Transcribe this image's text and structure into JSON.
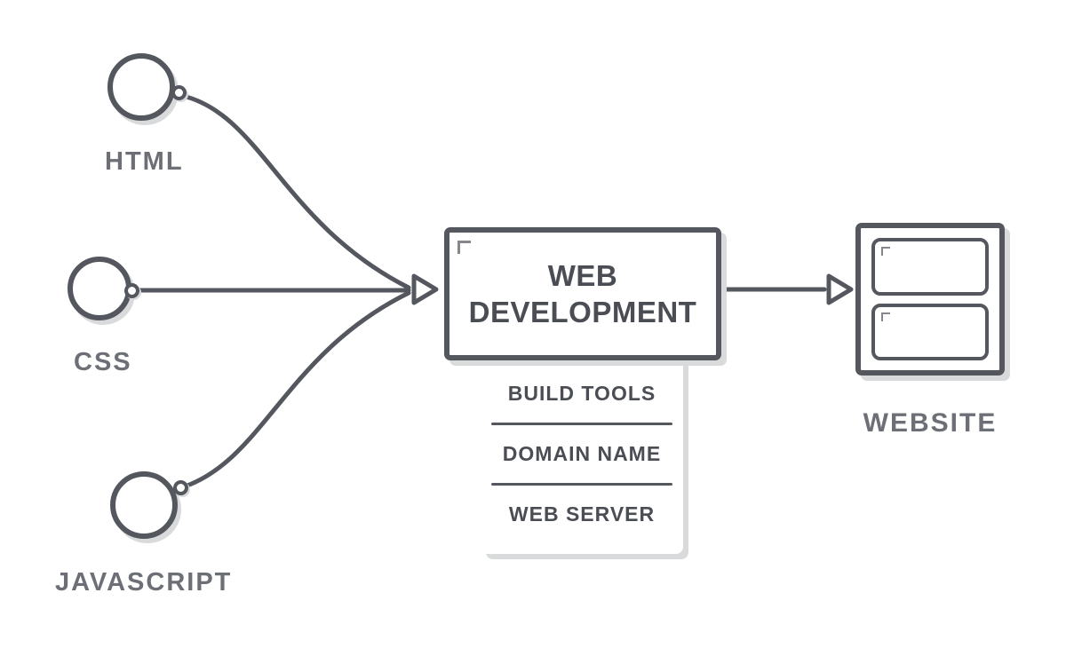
{
  "diagram": {
    "inputs": [
      {
        "label": "HTML"
      },
      {
        "label": "CSS"
      },
      {
        "label": "JAVASCRIPT"
      }
    ],
    "process": {
      "title": "WEB DEVELOPMENT",
      "items": [
        "BUILD TOOLS",
        "DOMAIN NAME",
        "WEB SERVER"
      ]
    },
    "output": {
      "label": "WEBSITE"
    }
  },
  "colors": {
    "stroke": "#54575e",
    "title_text": "#4a4d54",
    "label_text": "#6c6f76",
    "shadow": "#d9dadb",
    "bracket": "#85878d"
  }
}
